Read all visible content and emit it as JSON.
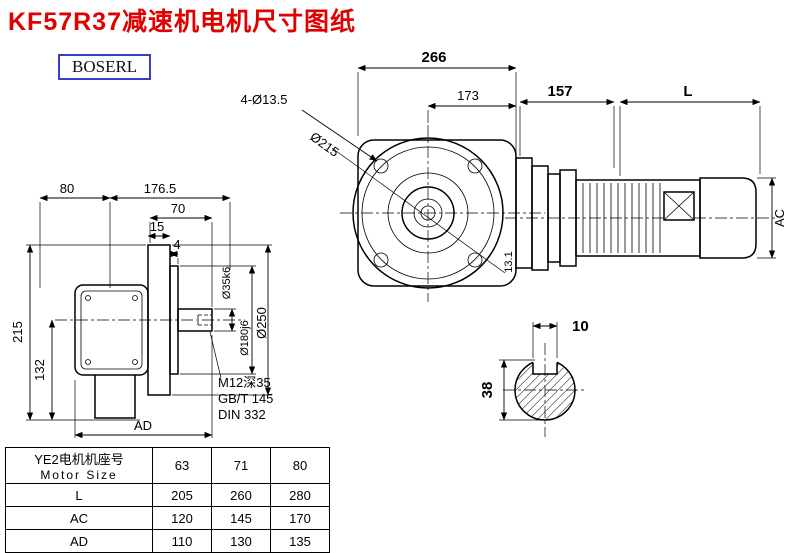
{
  "title": "KF57R37减速机电机尺寸图纸",
  "logo": "BOSERL",
  "dims": {
    "v266": "266",
    "v173": "173",
    "v157": "157",
    "vL": "L",
    "vBolt": "4-Ø13.5",
    "vD215": "Ø215",
    "v80": "80",
    "v176": "176.5",
    "v70": "70",
    "v15": "15",
    "v4": "4",
    "v215": "215",
    "v132": "132",
    "vAD": "AD",
    "vShaft": "Ø35k6",
    "vSpigot": "Ø180j6",
    "vFlange": "Ø250",
    "vM12": "M12深35",
    "vGBT": "GB/T 145",
    "vDIN": "DIN 332",
    "v131": "13.1",
    "vAC": "AC",
    "v10": "10",
    "v38": "38"
  },
  "table": {
    "header_line1": "YE2电机机座号",
    "header_line2": "Motor Size",
    "sizes": [
      "63",
      "71",
      "80"
    ],
    "rows": [
      {
        "label": "L",
        "values": [
          "205",
          "260",
          "280"
        ]
      },
      {
        "label": "AC",
        "values": [
          "120",
          "145",
          "170"
        ]
      },
      {
        "label": "AD",
        "values": [
          "110",
          "130",
          "135"
        ]
      }
    ]
  }
}
